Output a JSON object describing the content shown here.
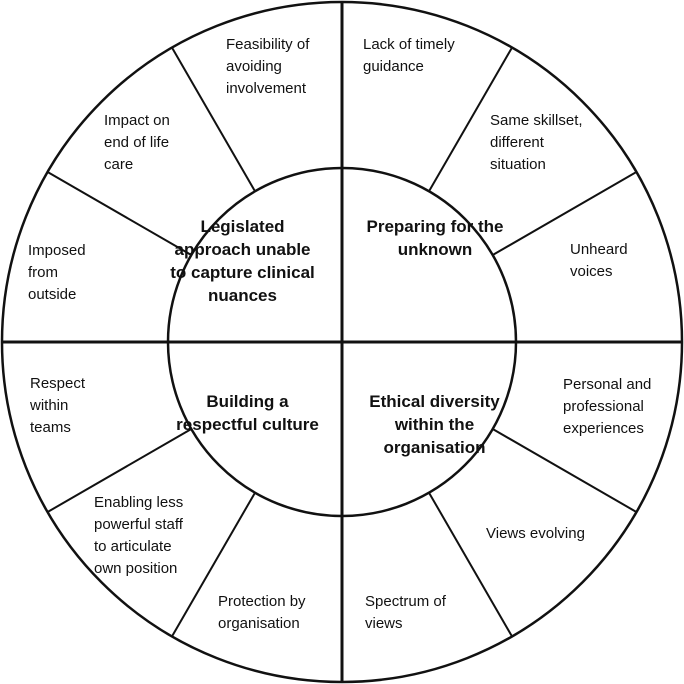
{
  "themes": {
    "top_left": [
      "Legislated",
      "approach unable",
      "to capture clinical",
      "nuances"
    ],
    "top_right": [
      "Preparing for the",
      "unknown"
    ],
    "bottom_left": [
      "Building a",
      "respectful culture"
    ],
    "bottom_right": [
      "Ethical diversity",
      "within the",
      "organisation"
    ]
  },
  "subthemes": {
    "feasibility": [
      "Feasibility of",
      "avoiding",
      "involvement"
    ],
    "impact": [
      "Impact on",
      "end of life",
      "care"
    ],
    "imposed": [
      "Imposed",
      "from",
      "outside"
    ],
    "lack_guidance": [
      "Lack of timely",
      "guidance"
    ],
    "same_skillset": [
      "Same skillset,",
      "different",
      "situation"
    ],
    "unheard": [
      "Unheard",
      "voices"
    ],
    "respect": [
      "Respect",
      "within",
      "teams"
    ],
    "enabling": [
      "Enabling less",
      "powerful staff",
      "to articulate",
      "own position"
    ],
    "protection": [
      "Protection by",
      "organisation"
    ],
    "personal": [
      "Personal and",
      "professional",
      "experiences"
    ],
    "views_evolving": [
      "Views evolving"
    ],
    "spectrum": [
      "Spectrum of",
      "views"
    ]
  },
  "colors": {
    "stroke": "#111111",
    "fill": "#ffffff",
    "text": "#111111"
  }
}
